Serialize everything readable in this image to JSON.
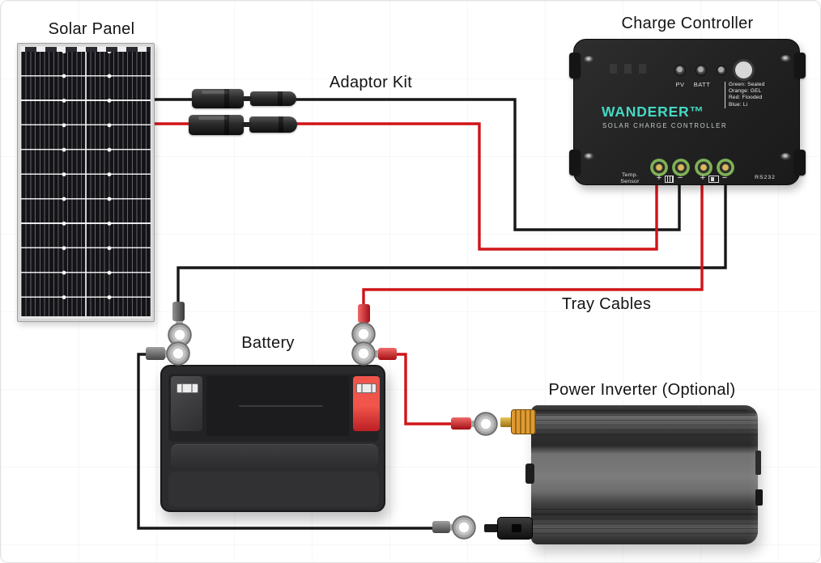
{
  "titles": {
    "solar_panel": "Solar Panel",
    "charge_controller": "Charge Controller",
    "adaptor_kit": "Adaptor Kit",
    "tray_cables": "Tray Cables",
    "battery": "Battery",
    "power_inverter": "Power Inverter (Optional)"
  },
  "controller": {
    "brand": "WANDERER™",
    "subtitle": "SOLAR CHARGE CONTROLLER",
    "led_labels": {
      "pv": "PV",
      "batt": "BATT"
    },
    "mode_legend": [
      "Green: Sealed",
      "Orange: GEL",
      "Red: Flooded",
      "Blue: Li"
    ],
    "terminals": {
      "temp_sensor_line1": "Temp.",
      "temp_sensor_line2": "Sensor",
      "pv_plus": "+",
      "pv_minus": "−",
      "batt_plus": "+",
      "batt_minus": "−",
      "rs232": "RS232"
    }
  },
  "colors": {
    "wire_red": "#d01418",
    "wire_black": "#171717",
    "brand_teal": "#45d8c4",
    "battery_positive_cover": "#f0544a",
    "inverter_positive_terminal": "#e09a33",
    "controller_terminal_green": "#7fb257"
  }
}
